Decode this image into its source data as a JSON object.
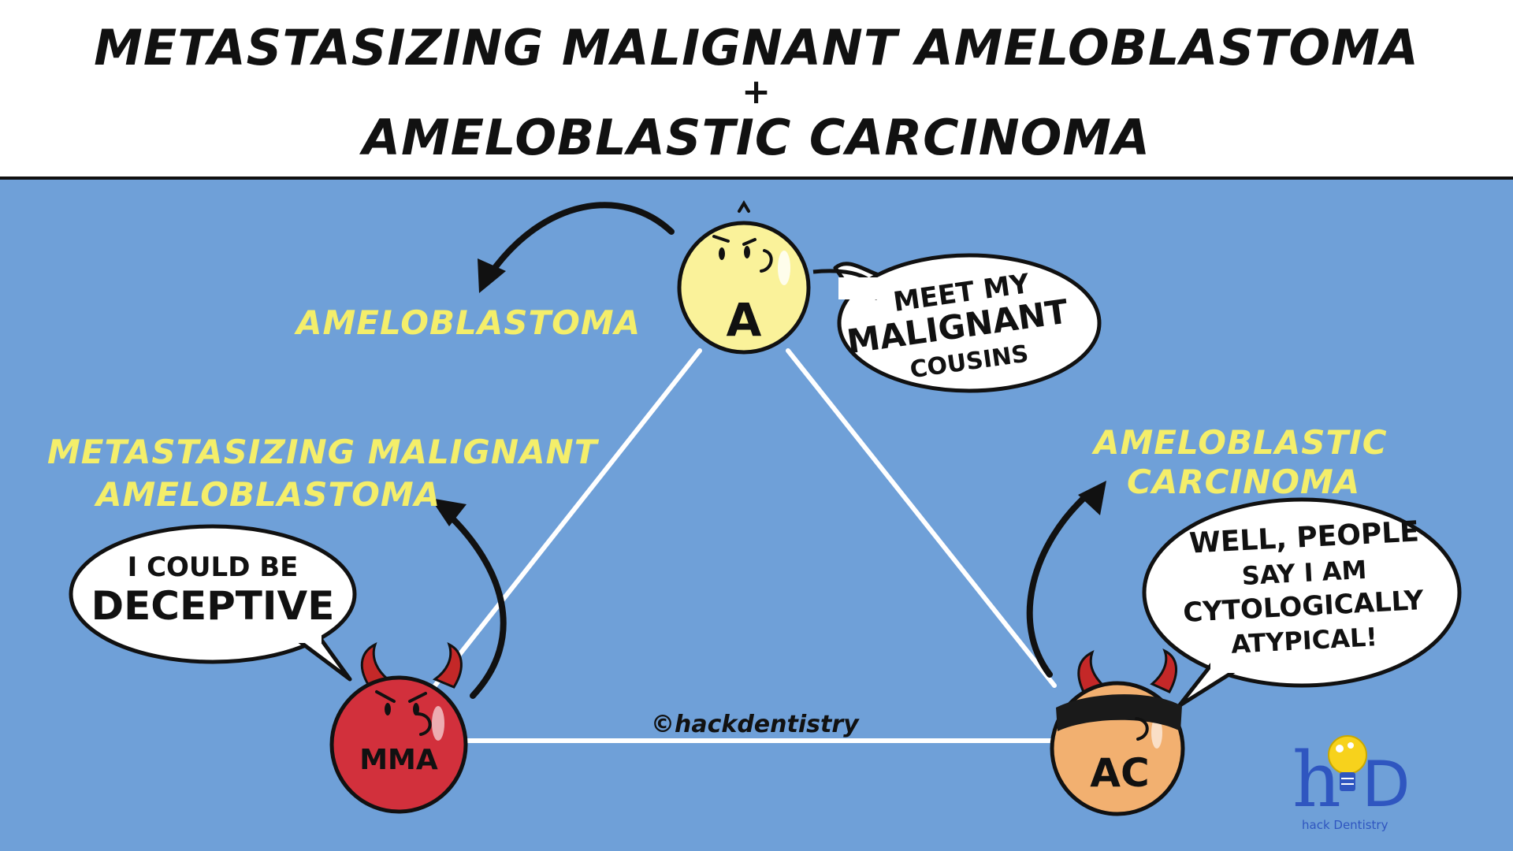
{
  "title": {
    "line1": "METASTASIZING MALIGNANT AMELOBLASTOMA",
    "line2": "+",
    "line3": "AMELOBLASTIC CARCINOMA"
  },
  "labels": {
    "ameloblastoma": "AMELOBLASTOMA",
    "mma_line1": "METASTASIZING MALIGNANT",
    "mma_line2": "AMELOBLASTOMA",
    "ac_line1": "AMELOBLASTIC",
    "ac_line2": "CARCINOMA"
  },
  "bubbles": {
    "a": {
      "line1": "MEET MY",
      "line2": "MALIGNANT",
      "line3": "COUSINS"
    },
    "mma": {
      "line1": "I COULD BE",
      "line2": "DECEPTIVE"
    },
    "ac": {
      "line1": "WELL, PEOPLE",
      "line2": "SAY I AM",
      "line3": "CYTOLOGICALLY",
      "line4": "ATYPICAL!"
    }
  },
  "characters": {
    "a": "A",
    "mma": "MMA",
    "ac": "AC"
  },
  "watermark": "©hackdentistry",
  "logo": {
    "mark_h": "h",
    "mark_d": "D",
    "caption": "hack Dentistry"
  },
  "colors": {
    "background": "#6fa0d8",
    "label": "#f4ee6a",
    "a_character": "#faf29a",
    "mma_character": "#d2303c",
    "ac_character": "#f2b070",
    "horns": "#c42828",
    "mask": "#1a1a1a",
    "logo_blue": "#2f56c0",
    "logo_bulb": "#f7d21c"
  },
  "icons": [
    "arrow-icon",
    "horns-icon",
    "mask-icon",
    "lightbulb-icon"
  ]
}
